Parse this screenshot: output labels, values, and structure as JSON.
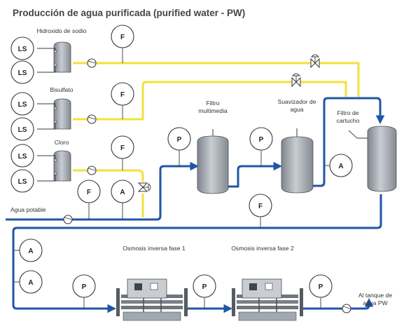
{
  "title": "Producción de agua purificada (purified water - PW)",
  "tanks": {
    "sodium": "Hidroxido de sodio",
    "bisulfite": "Bisulfato",
    "chlorine": "Cloro"
  },
  "equipment": {
    "multimedia_line1": "Filtro",
    "multimedia_line2": "multimedia",
    "softener_line1": "Suavizador de",
    "softener_line2": "agua",
    "cartridge_line1": "Filtro de",
    "cartridge_line2": "cartucho",
    "ro1": "Osmosis inversa fase 1",
    "ro2": "Osmosis inversa fase 2"
  },
  "streams": {
    "inlet": "Agua potable",
    "outlet_line1": "Al tanque de",
    "outlet_line2": "agua PW"
  },
  "instruments": {
    "level": "LS",
    "flow": "F",
    "pressure": "P",
    "analyzer": "A"
  },
  "colors": {
    "chemical_line": "#f1e23a",
    "water_line": "#1f56a6",
    "vessel": "#9aa0a8"
  }
}
